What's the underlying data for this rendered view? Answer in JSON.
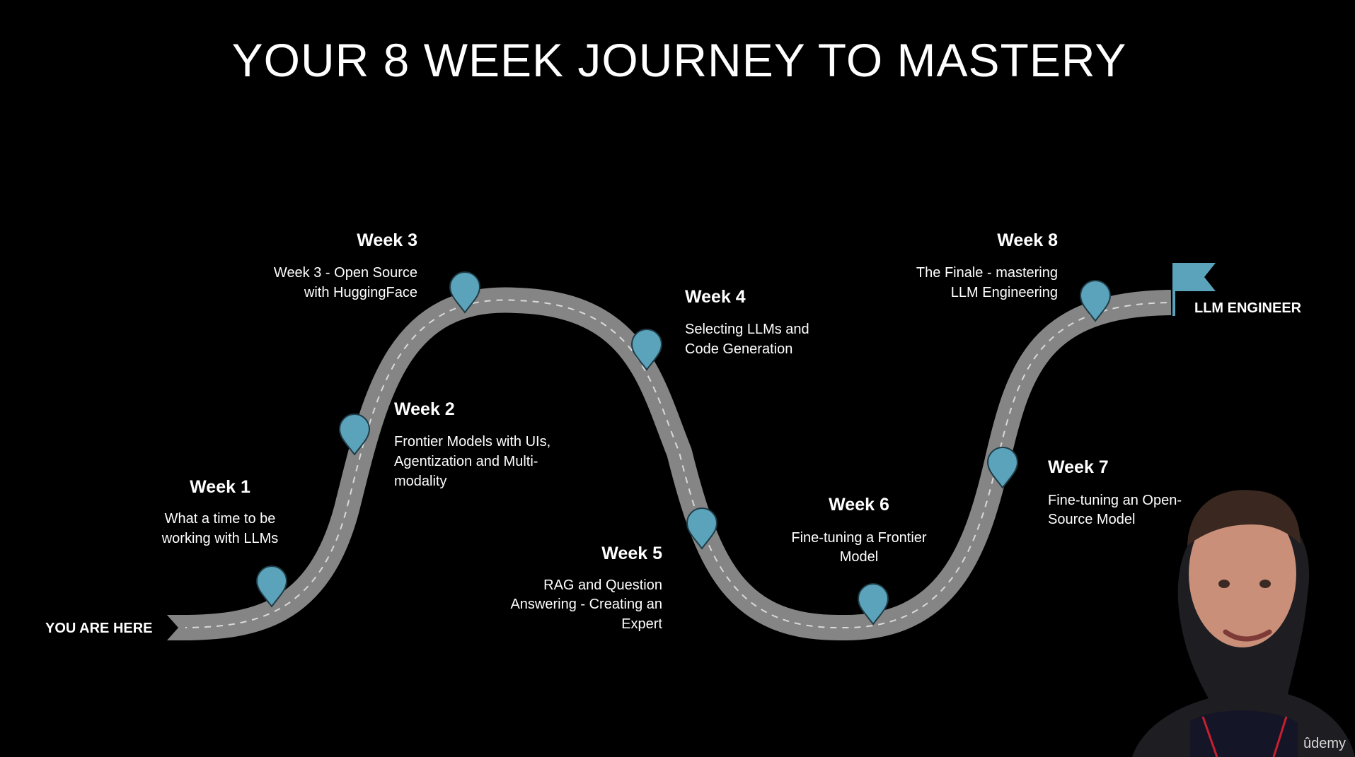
{
  "title": "YOUR 8 WEEK JOURNEY TO  MASTERY",
  "start_label": "YOU ARE HERE",
  "end_label": "LLM ENGINEER",
  "brand": "ûdemy",
  "colors": {
    "background": "#000000",
    "road": "#858585",
    "road_dash": "#d9d9d9",
    "pin": "#5aa3bb",
    "pin_stroke": "#1f3c47",
    "flag": "#5aa3bb",
    "text": "#ffffff"
  },
  "weeks": [
    {
      "title": "Week 1",
      "desc": [
        "What a time to be",
        "working with LLMs"
      ]
    },
    {
      "title": "Week 2",
      "desc": [
        "Frontier Models with UIs,",
        "Agentization and Multi-",
        "modality"
      ]
    },
    {
      "title": "Week 3",
      "desc": [
        "Week 3 - Open Source",
        "with HuggingFace"
      ]
    },
    {
      "title": "Week 4",
      "desc": [
        "Selecting LLMs and",
        "Code Generation"
      ]
    },
    {
      "title": "Week 5",
      "desc": [
        "RAG and Question",
        "Answering - Creating an",
        "Expert"
      ]
    },
    {
      "title": "Week 6",
      "desc": [
        "Fine-tuning a Frontier",
        "Model"
      ]
    },
    {
      "title": "Week 7",
      "desc": [
        "Fine-tuning an Open-",
        "Source Model"
      ]
    },
    {
      "title": "Week 8",
      "desc": [
        "The Finale - mastering",
        "LLM Engineering"
      ]
    }
  ]
}
